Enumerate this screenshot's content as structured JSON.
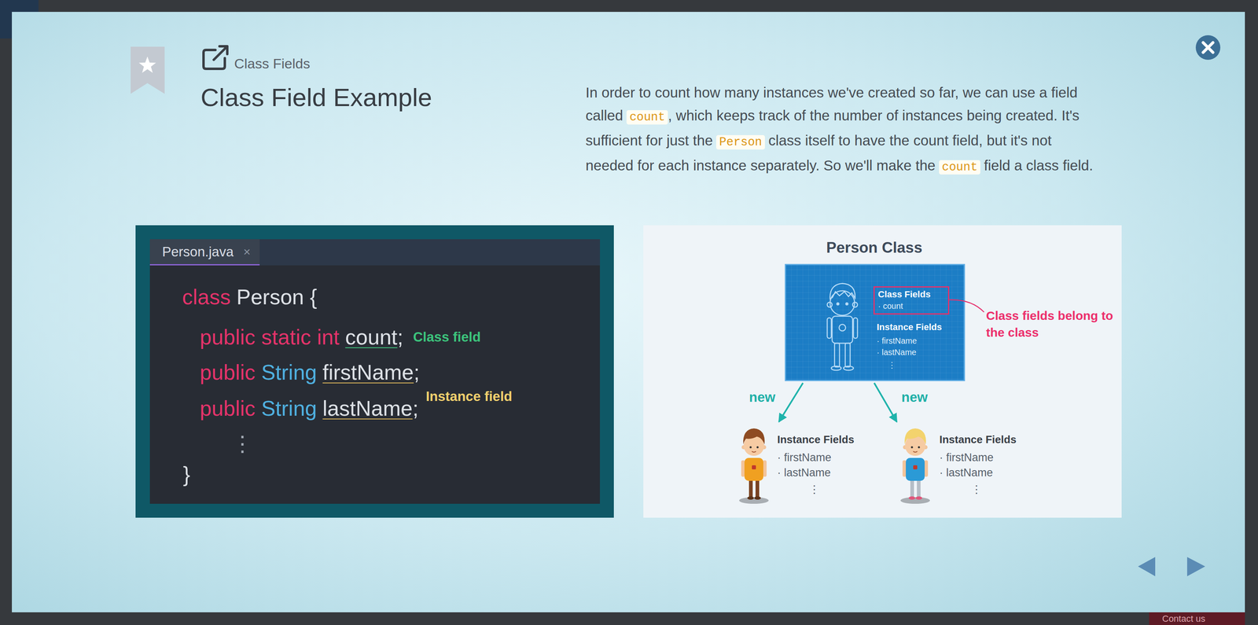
{
  "diagram": {
    "title": "Class Field Example",
    "nodes": [
      {
        "text": [
          "class",
          "Person {",
          "public static int",
          "count",
          ";",
          "Class field",
          "public",
          "String",
          "firstName",
          ";",
          "public",
          "String",
          "lastName",
          ";",
          "Instance field",
          "⋮",
          "}"
        ]
      },
      {
        "text": [
          "Person.java",
          "×"
        ],
        "in": 0
      },
      {
        "text": [
          "Person Class"
        ]
      },
      {
        "text": [
          "Instance Fields",
          "· firstName",
          "· lastName",
          "⋮"
        ],
        "in": 2
      },
      {
        "text": [
          "Class Fields",
          "· count"
        ],
        "in": 3
      },
      {
        "text": [
          "Instance Fields",
          "· firstName",
          "· lastName",
          "⋮"
        ],
        "in": 2
      },
      {
        "text": [
          "Instance Fields",
          "· firstName",
          "· lastName",
          "⋮"
        ],
        "in": 2
      }
    ],
    "edges": [
      {
        "from": 3,
        "to": 5,
        "arrow": "to",
        "label": "new"
      },
      {
        "from": 3,
        "to": 6,
        "arrow": "to",
        "label": "new"
      }
    ],
    "labels": [
      "Class Fields",
      "In order to count how many instances we've created so far, we can use a field called",
      "count",
      ", which keeps track of the number of instances being created. It's sufficient for just the",
      "Person",
      "class itself to have the count field, but it's not needed for each instance separately. So we'll make the",
      "count",
      "field a class field.",
      "Class fields belong to the class",
      "Contact us"
    ]
  }
}
